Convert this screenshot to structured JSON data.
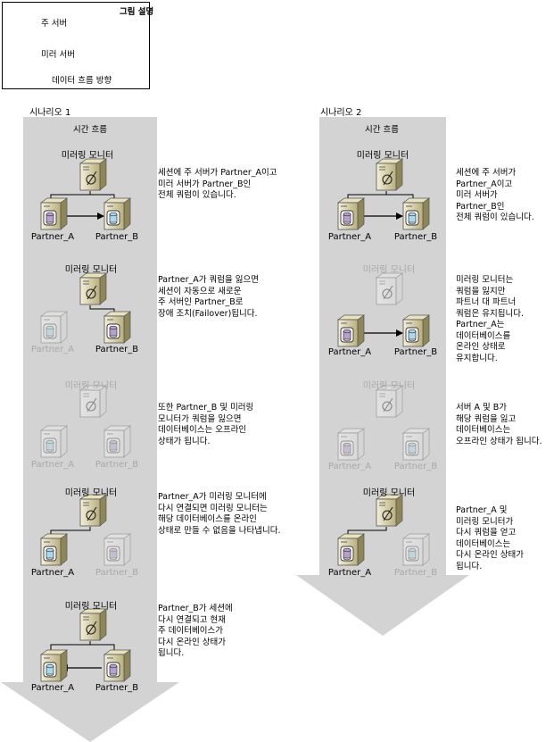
{
  "legend": {
    "title": "그림 설명",
    "principal": "주 서버",
    "mirror": "미러 서버",
    "flow": "데이터 흐름 방향"
  },
  "names": {
    "monitor": "미러링 모니터",
    "partner_a": "Partner_A",
    "partner_b": "Partner_B"
  },
  "scenario1": {
    "title": "시나리오 1",
    "time_flow": "시간 흐름",
    "steps": [
      {
        "text": "세션에 주 서버가 Partner_A이고\n미러 서버가 Partner_B인\n전체 쿼럼이 있습니다."
      },
      {
        "text": "Partner_A가 쿼럼을 잃으면\n세션이 자동으로 새로운\n주 서버인 Partner_B로\n장애 조치(Failover)됩니다."
      },
      {
        "text": "또한 Partner_B 및 미러링\n모니터가 쿼럼을 잃으면\n데이터베이스는 오프라인\n상태가 됩니다."
      },
      {
        "text": "Partner_A가 미러링 모니터에\n다시 연결되면 미러링 모니터는\n해당 데이터베이스를 온라인\n상태로 만들 수 없음을 나타냅니다."
      },
      {
        "text": "Partner_B가 세션에\n다시 연결되고 현재\n주 데이터베이스가\n다시 온라인 상태가\n됩니다."
      }
    ]
  },
  "scenario2": {
    "title": "시나리오 2",
    "time_flow": "시간 흐름",
    "steps": [
      {
        "text": "세션에 주 서버가\nPartner_A이고\n미러 서버가\nPartner_B인\n전체 쿼럼이 있습니다."
      },
      {
        "text": "미러링 모니터는\n쿼럼을 잃지만\n파트너 대 파트너\n쿼럼은 유지됩니다.\nPartner_A는\n데이터베이스를\n온라인 상태로\n유지합니다."
      },
      {
        "text": "서버 A 및 B가\n해당 쿼럼을 잃고\n데이터베이스는\n오프라인 상태가 됩니다."
      },
      {
        "text": "Partner_A 및\n미러링 모니터가\n다시 쿼럼을 얻고\n데이터베이스는\n다시 온라인 상태가\n됩니다."
      }
    ]
  }
}
